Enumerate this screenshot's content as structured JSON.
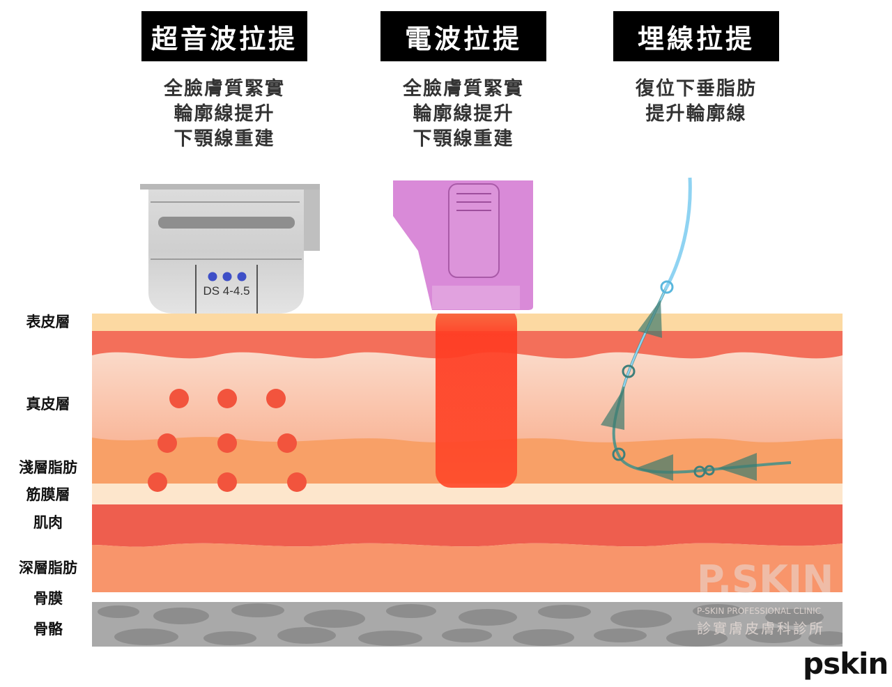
{
  "columns": [
    {
      "title": "超音波拉提",
      "lines": [
        "全臉膚質緊實",
        "輪廓線提升",
        "下顎線重建"
      ]
    },
    {
      "title": "電波拉提",
      "lines": [
        "全臉膚質緊實",
        "輪廓線提升",
        "下顎線重建"
      ]
    },
    {
      "title": "埋線拉提",
      "lines": [
        "復位下垂脂肪",
        "提升輪廓線"
      ]
    }
  ],
  "device_label": "DS 4-4.5",
  "layers": [
    "表皮層",
    "真皮層",
    "淺層脂肪",
    "筋膜層",
    "肌肉",
    "深層脂肪",
    "骨膜",
    "骨骼"
  ],
  "watermark": {
    "brand": "P.SKIN",
    "sub": "P-SKIN PROFESSIONAL CLINIC",
    "cn": "診實膚皮膚科診所"
  },
  "logo": "pskin"
}
